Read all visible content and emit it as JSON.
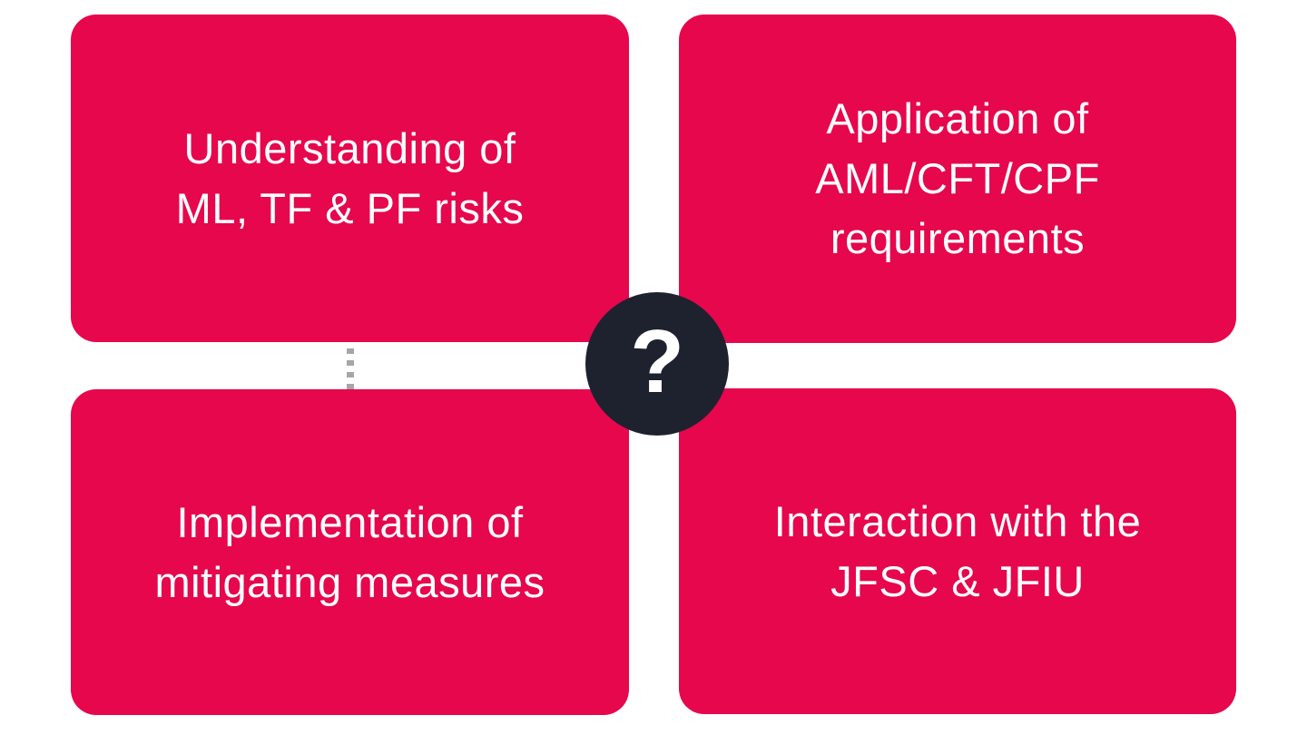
{
  "diagram": {
    "description": "Four-quadrant diagram of AML/CFT/CPF competency areas with central question mark",
    "colors": {
      "node_fill": "#E6074D",
      "node_text": "#FFFFFF",
      "center_circle_fill": "#1E222E",
      "center_glyph_color": "#FFFFFF",
      "connector_dash": "#A6A6A6",
      "background": "#FFFFFF"
    },
    "nodes": [
      {
        "id": "understanding-risks",
        "lines": [
          "Understanding of",
          "ML, TF & PF risks"
        ]
      },
      {
        "id": "application-requirements",
        "lines": [
          "Application of",
          "AML/CFT/CPF",
          "requirements"
        ]
      },
      {
        "id": "implementation-measures",
        "lines": [
          "Implementation of",
          "mitigating measures"
        ]
      },
      {
        "id": "interaction-jfsc-jfiu",
        "lines": [
          "Interaction with the",
          "JFSC & JFIU"
        ]
      }
    ],
    "center_badge": {
      "glyph": "?"
    }
  }
}
